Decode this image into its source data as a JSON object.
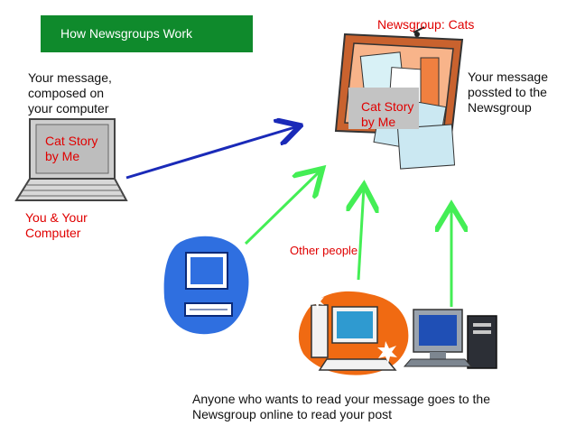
{
  "title": "How Newsgroups Work",
  "newsgroup_label": "Newsgroup: Cats",
  "your_message": [
    "Your message,",
    "composed on",
    "your computer"
  ],
  "screen_text": [
    "Cat Story",
    "by Me"
  ],
  "you_computer": [
    "You & Your",
    "Computer"
  ],
  "posted_label": [
    "Your message",
    "possted to the",
    "Newsgroup"
  ],
  "board_note": [
    "Cat Story",
    "by Me"
  ],
  "other_people": "Other people",
  "bottom_text": [
    "Anyone who wants to read your message goes to the",
    "Newsgroup online to read your post"
  ],
  "colors": {
    "title_bg": "#0f8a2c",
    "red_text": "#e00000",
    "blue_arrow": "#1a2ab8",
    "green_arrow": "#44ee55",
    "orange_splash": "#f06a12",
    "blue_blob": "#2f6fe0"
  },
  "icons": [
    "laptop-icon",
    "bulletin-board-icon",
    "desktop-computer-icon",
    "desktop-computer-icon",
    "desktop-computer-icon"
  ]
}
